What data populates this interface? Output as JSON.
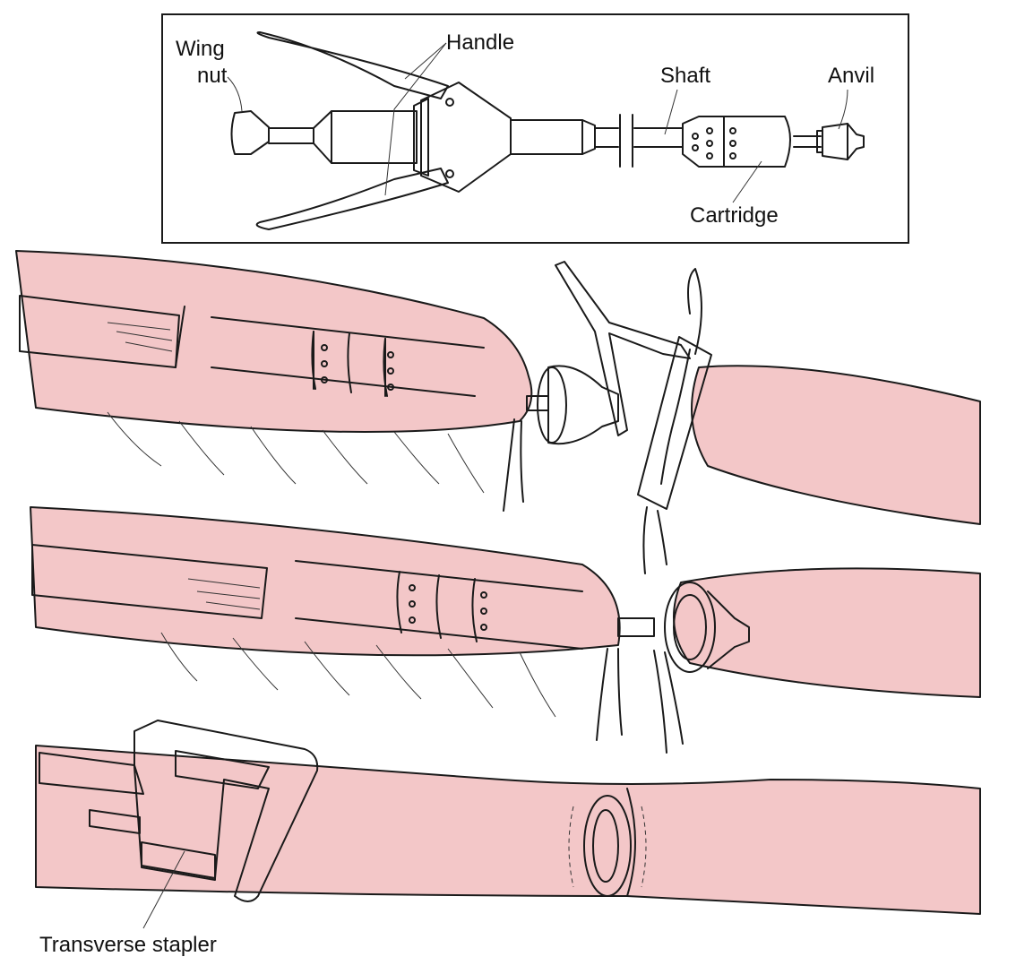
{
  "colors": {
    "tissue": "#f3c7c8",
    "tissue_shadow": "#e7aeb0",
    "metal": "#e1e1e1",
    "metal_dark": "#bdbdbd",
    "line": "#1a1a1a",
    "background": "#ffffff"
  },
  "labels": {
    "wing_nut": [
      "Wing",
      "nut"
    ],
    "handle": "Handle",
    "shaft": "Shaft",
    "anvil": "Anvil",
    "cartridge": "Cartridge",
    "transverse_stapler": "Transverse stapler"
  }
}
